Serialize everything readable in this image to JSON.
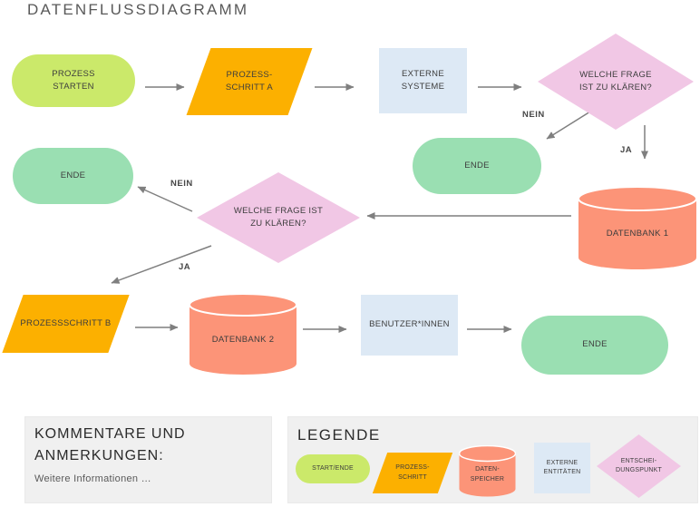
{
  "title": "DATENFLUSSDIAGRAMM",
  "colors": {
    "start_end": "#cbe96a",
    "process": "#fcb000",
    "external": "#dde9f5",
    "decision": "#f1c7e5",
    "terminal": "#9adfb2",
    "datastore": "#fc9478",
    "arrow": "#7f7f7f",
    "panel": "#f0f0f0"
  },
  "nodes": {
    "start": {
      "line1": "PROZESS",
      "line2": "STARTEN"
    },
    "step_a": {
      "line1": "PROZESS-",
      "line2": "SCHRITT A"
    },
    "external_systems": {
      "line1": "EXTERNE SYSTEME"
    },
    "decision1": {
      "line1": "WELCHE FRAGE",
      "line2": "IST ZU KLÄREN?"
    },
    "ende_mid": {
      "line1": "ENDE"
    },
    "datenbank1": {
      "line1": "DATENBANK 1"
    },
    "ende_left": {
      "line1": "ENDE"
    },
    "decision2": {
      "line1": "WELCHE FRAGE IST",
      "line2": "ZU KLÄREN?"
    },
    "step_b": {
      "line1": "PROZESSSCHRITT B"
    },
    "datenbank2": {
      "line1": "DATENBANK 2"
    },
    "benutzer": {
      "line1": "BENUTZER*INNEN"
    },
    "ende_bottom": {
      "line1": "ENDE"
    }
  },
  "edge_labels": {
    "nein1": "NEIN",
    "ja1": "JA",
    "nein2": "NEIN",
    "ja2": "JA"
  },
  "comments": {
    "heading": "KOMMENTARE UND ANMERKUNGEN:",
    "body": "Weitere Informationen …"
  },
  "legend": {
    "heading": "LEGENDE",
    "items": {
      "start_end": {
        "line1": "START/ENDE"
      },
      "process": {
        "line1": "PROZESS-",
        "line2": "SCHRITT"
      },
      "datastore": {
        "line1": "DATEN-",
        "line2": "SPEICHER"
      },
      "external": {
        "line1": "EXTERNE",
        "line2": "ENTITÄTEN"
      },
      "decision": {
        "line1": "ENTSCHEI-",
        "line2": "DUNGSPUNKT"
      }
    }
  }
}
